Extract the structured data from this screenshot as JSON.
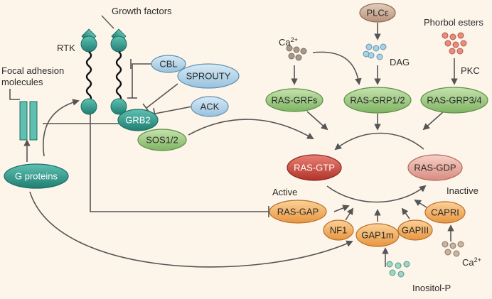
{
  "labels": {
    "growth_factors": "Growth factors",
    "rtk": "RTK",
    "focal_adhesion_line1": "Focal adhesion",
    "focal_adhesion_line2": "molecules",
    "ca_top": "Ca",
    "ca_top_sup": "2+",
    "dag": "DAG",
    "phorbol_esters": "Phorbol esters",
    "pkc": "PKC",
    "active": "Active",
    "inactive": "Inactive",
    "inositol_p": "Inositol-P",
    "ca_bottom": "Ca",
    "ca_bottom_sup": "2+"
  },
  "nodes": {
    "plce": "PLCε",
    "cbl": "CBL",
    "sprouty": "SPROUTY",
    "ack": "ACK",
    "grb2": "GRB2",
    "sos": "SOS1/2",
    "g_proteins": "G proteins",
    "ras_grfs": "RAS-GRFs",
    "ras_grp12": "RAS-GRP1/2",
    "ras_grp34": "RAS-GRP3/4",
    "ras_gtp": "RAS-GTP",
    "ras_gdp": "RAS-GDP",
    "ras_gap": "RAS-GAP",
    "nf1": "NF1",
    "gap1m": "GAP1m",
    "gapiii": "GAPIII",
    "capri": "CAPRI"
  },
  "colors": {
    "background": "#fdf5ea",
    "teal": "#2e9b8c",
    "green": "#8fc47a",
    "blue": "#a9cfe6",
    "orange": "#f0a856",
    "red": "#c7463f",
    "pink": "#e8a59a",
    "tan": "#c9a88e",
    "arrow": "#555555"
  }
}
